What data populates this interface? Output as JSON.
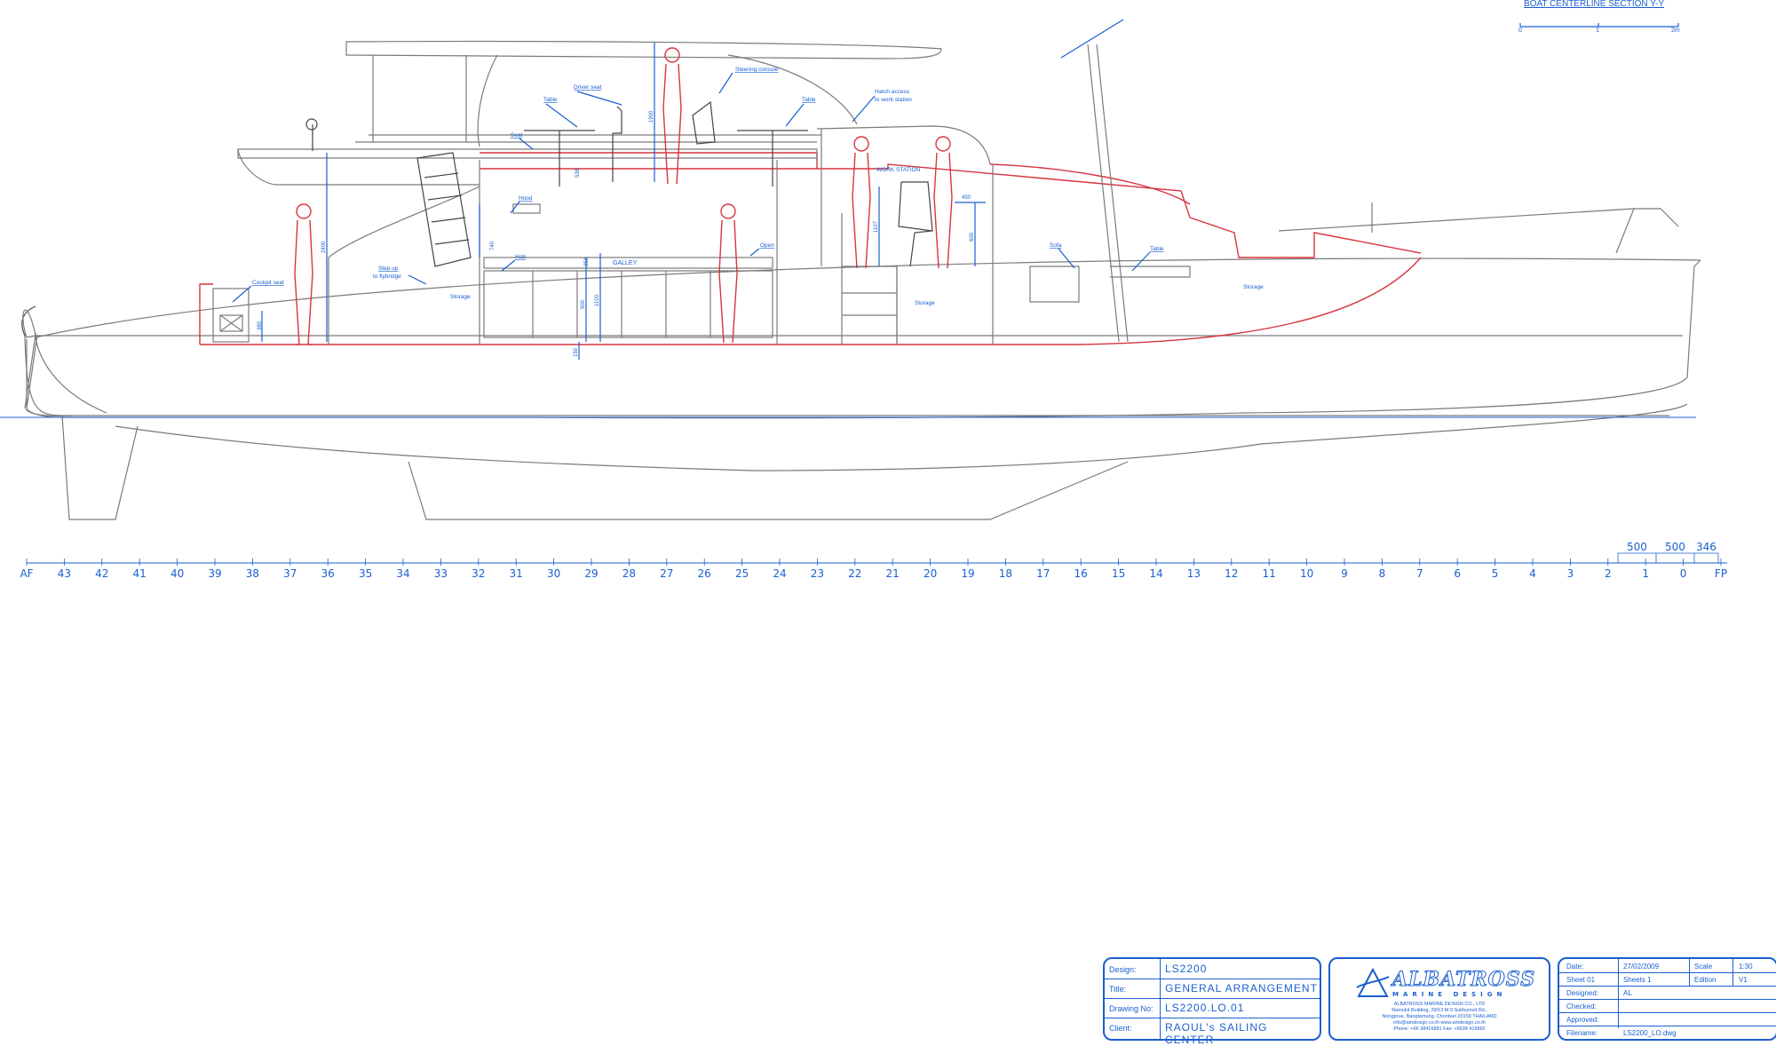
{
  "section_title": "BOAT CENTERLINE SECTION Y-Y",
  "scale_bar": {
    "zero": "0",
    "one": "1",
    "two": "2m"
  },
  "labels": {
    "driver_seat": "Driver seat",
    "steering_console": "Steering console",
    "table_fly_aft": "Table",
    "table_fly_fwd": "Table",
    "hatch_access": "Hatch access",
    "hatch_access_2": "to work station",
    "seat": "Seat",
    "hood": "Hood",
    "hob": "Hob",
    "galley": "GALLEY",
    "open": "Open",
    "work_station": "WORK STATION",
    "sofa": "Sofa",
    "table_saloon": "Table",
    "storage_aft": "Storage",
    "storage_mid": "Storage",
    "storage_fwd": "Storage",
    "cockpit_seat": "Cockpit seat",
    "step_up": "Step up",
    "step_up_2": "to flybridge"
  },
  "dimensions": {
    "d1900": "1900",
    "d538": "538",
    "d2400": "2400",
    "d740": "740",
    "d250": "250",
    "d900": "900",
    "d1100": "1100",
    "d380": "380",
    "d150": "150",
    "d450": "450",
    "d1107": "1107",
    "d600": "600"
  },
  "frames": [
    "AF",
    "43",
    "42",
    "41",
    "40",
    "39",
    "38",
    "37",
    "36",
    "35",
    "34",
    "33",
    "32",
    "31",
    "30",
    "29",
    "28",
    "27",
    "26",
    "25",
    "24",
    "23",
    "22",
    "21",
    "20",
    "19",
    "18",
    "17",
    "16",
    "15",
    "14",
    "13",
    "12",
    "11",
    "10",
    "9",
    "8",
    "7",
    "6",
    "5",
    "4",
    "3",
    "2",
    "1",
    "0",
    "FP"
  ],
  "frame_spacing_labels": [
    "500",
    "500",
    "346"
  ],
  "title_block": {
    "design_label": "Design:",
    "design": "LS2200",
    "title_label": "Title:",
    "title": "GENERAL ARRANGEMENT",
    "drawing_label": "Drawing No:",
    "drawing_no": "LS2200.LO.01",
    "client_label": "Client:",
    "client": "RAOUL's SAILING CENTER"
  },
  "company": {
    "name": "ALBATROSS",
    "sub": "MARINE DESIGN",
    "address_lines": [
      "ALBATROSS MARINE DESIGN CO., LTD",
      "Ramukit Building, 29/13 M.9 Sukhumvit Rd.,",
      "Nongprue, Banglamung, Chonburi 20150 THAILAND",
      "info@amdesign.co.th   www.amdesign.co.th",
      "Phone: +66 38416881  Fax: +6638 416882"
    ]
  },
  "sheet_info": {
    "date_label": "Date:",
    "date": "27/02/2009",
    "scale_label": "Scale",
    "scale": "1:30",
    "sheet_label": "Sheet 01",
    "sheets": "Sheets 1",
    "edition_label": "Edition",
    "edition": "V1",
    "designed_label": "Designed:",
    "designed": "AL",
    "checked_label": "Checked:",
    "approved_label": "Approved:",
    "filename_label": "Filename:",
    "filename": "LS2200_LO.dwg"
  },
  "colors": {
    "blue": "#1a5fd0",
    "red": "#d8343f",
    "hull": "#7a7a7a"
  }
}
